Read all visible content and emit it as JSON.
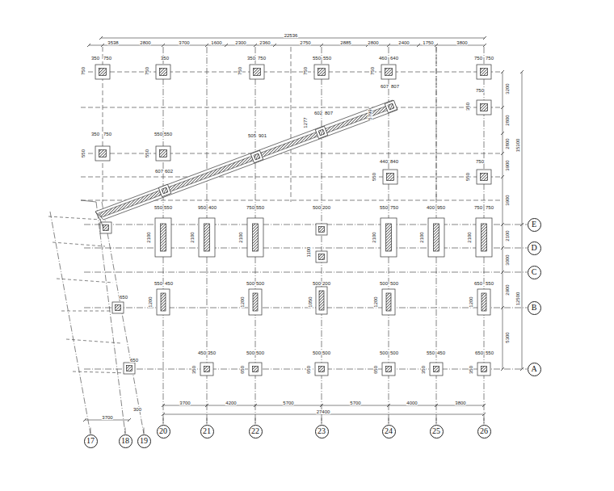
{
  "diagram": {
    "nodes": [
      {
        "text": [
          "E"
        ]
      },
      {
        "text": [
          "D"
        ]
      },
      {
        "text": [
          "C"
        ]
      },
      {
        "text": [
          "B"
        ]
      },
      {
        "text": [
          "A"
        ]
      },
      {
        "text": [
          "17"
        ]
      },
      {
        "text": [
          "18"
        ]
      },
      {
        "text": [
          "19"
        ]
      },
      {
        "text": [
          "20"
        ]
      },
      {
        "text": [
          "21"
        ]
      },
      {
        "text": [
          "22"
        ]
      },
      {
        "text": [
          "23"
        ]
      },
      {
        "text": [
          "24"
        ]
      },
      {
        "text": [
          "25"
        ]
      },
      {
        "text": [
          "26"
        ]
      }
    ],
    "labels": [
      "22536",
      "3538",
      "2800",
      "3700",
      "1600",
      "2300",
      "2360",
      "2750",
      "2885",
      "2800",
      "2400",
      "1750",
      "3800",
      "350",
      "750",
      "350",
      "350",
      "750",
      "550",
      "550",
      "460",
      "640",
      "750",
      "750",
      "750",
      "750",
      "750",
      "750",
      "750",
      "750",
      "350",
      "350",
      "750",
      "550",
      "550",
      "550",
      "550",
      "607",
      "602",
      "505",
      "901",
      "602",
      "807",
      "607",
      "807",
      "1277",
      "5799",
      "440",
      "840",
      "750",
      "550",
      "550",
      "550",
      "550",
      "950",
      "400",
      "750",
      "550",
      "500",
      "200",
      "550",
      "750",
      "400",
      "950",
      "750",
      "750",
      "2100",
      "2100",
      "2100",
      "2100",
      "2100",
      "2100",
      "1100",
      "550",
      "450",
      "500",
      "500",
      "500",
      "200",
      "500",
      "500",
      "650",
      "550",
      "1200",
      "1200",
      "1050",
      "1200",
      "1200",
      "450",
      "350",
      "500",
      "500",
      "500",
      "500",
      "500",
      "500",
      "550",
      "450",
      "650",
      "550",
      "350",
      "650",
      "650",
      "650",
      "350",
      "350",
      "650",
      "650",
      "3700",
      "4200",
      "5700",
      "5700",
      "4000",
      "3800",
      "27400",
      "3700",
      "300",
      "3200",
      "2800",
      "2800",
      "3900",
      "3900",
      "2100",
      "3000",
      "2900",
      "5300",
      "15300",
      "12500"
    ]
  }
}
